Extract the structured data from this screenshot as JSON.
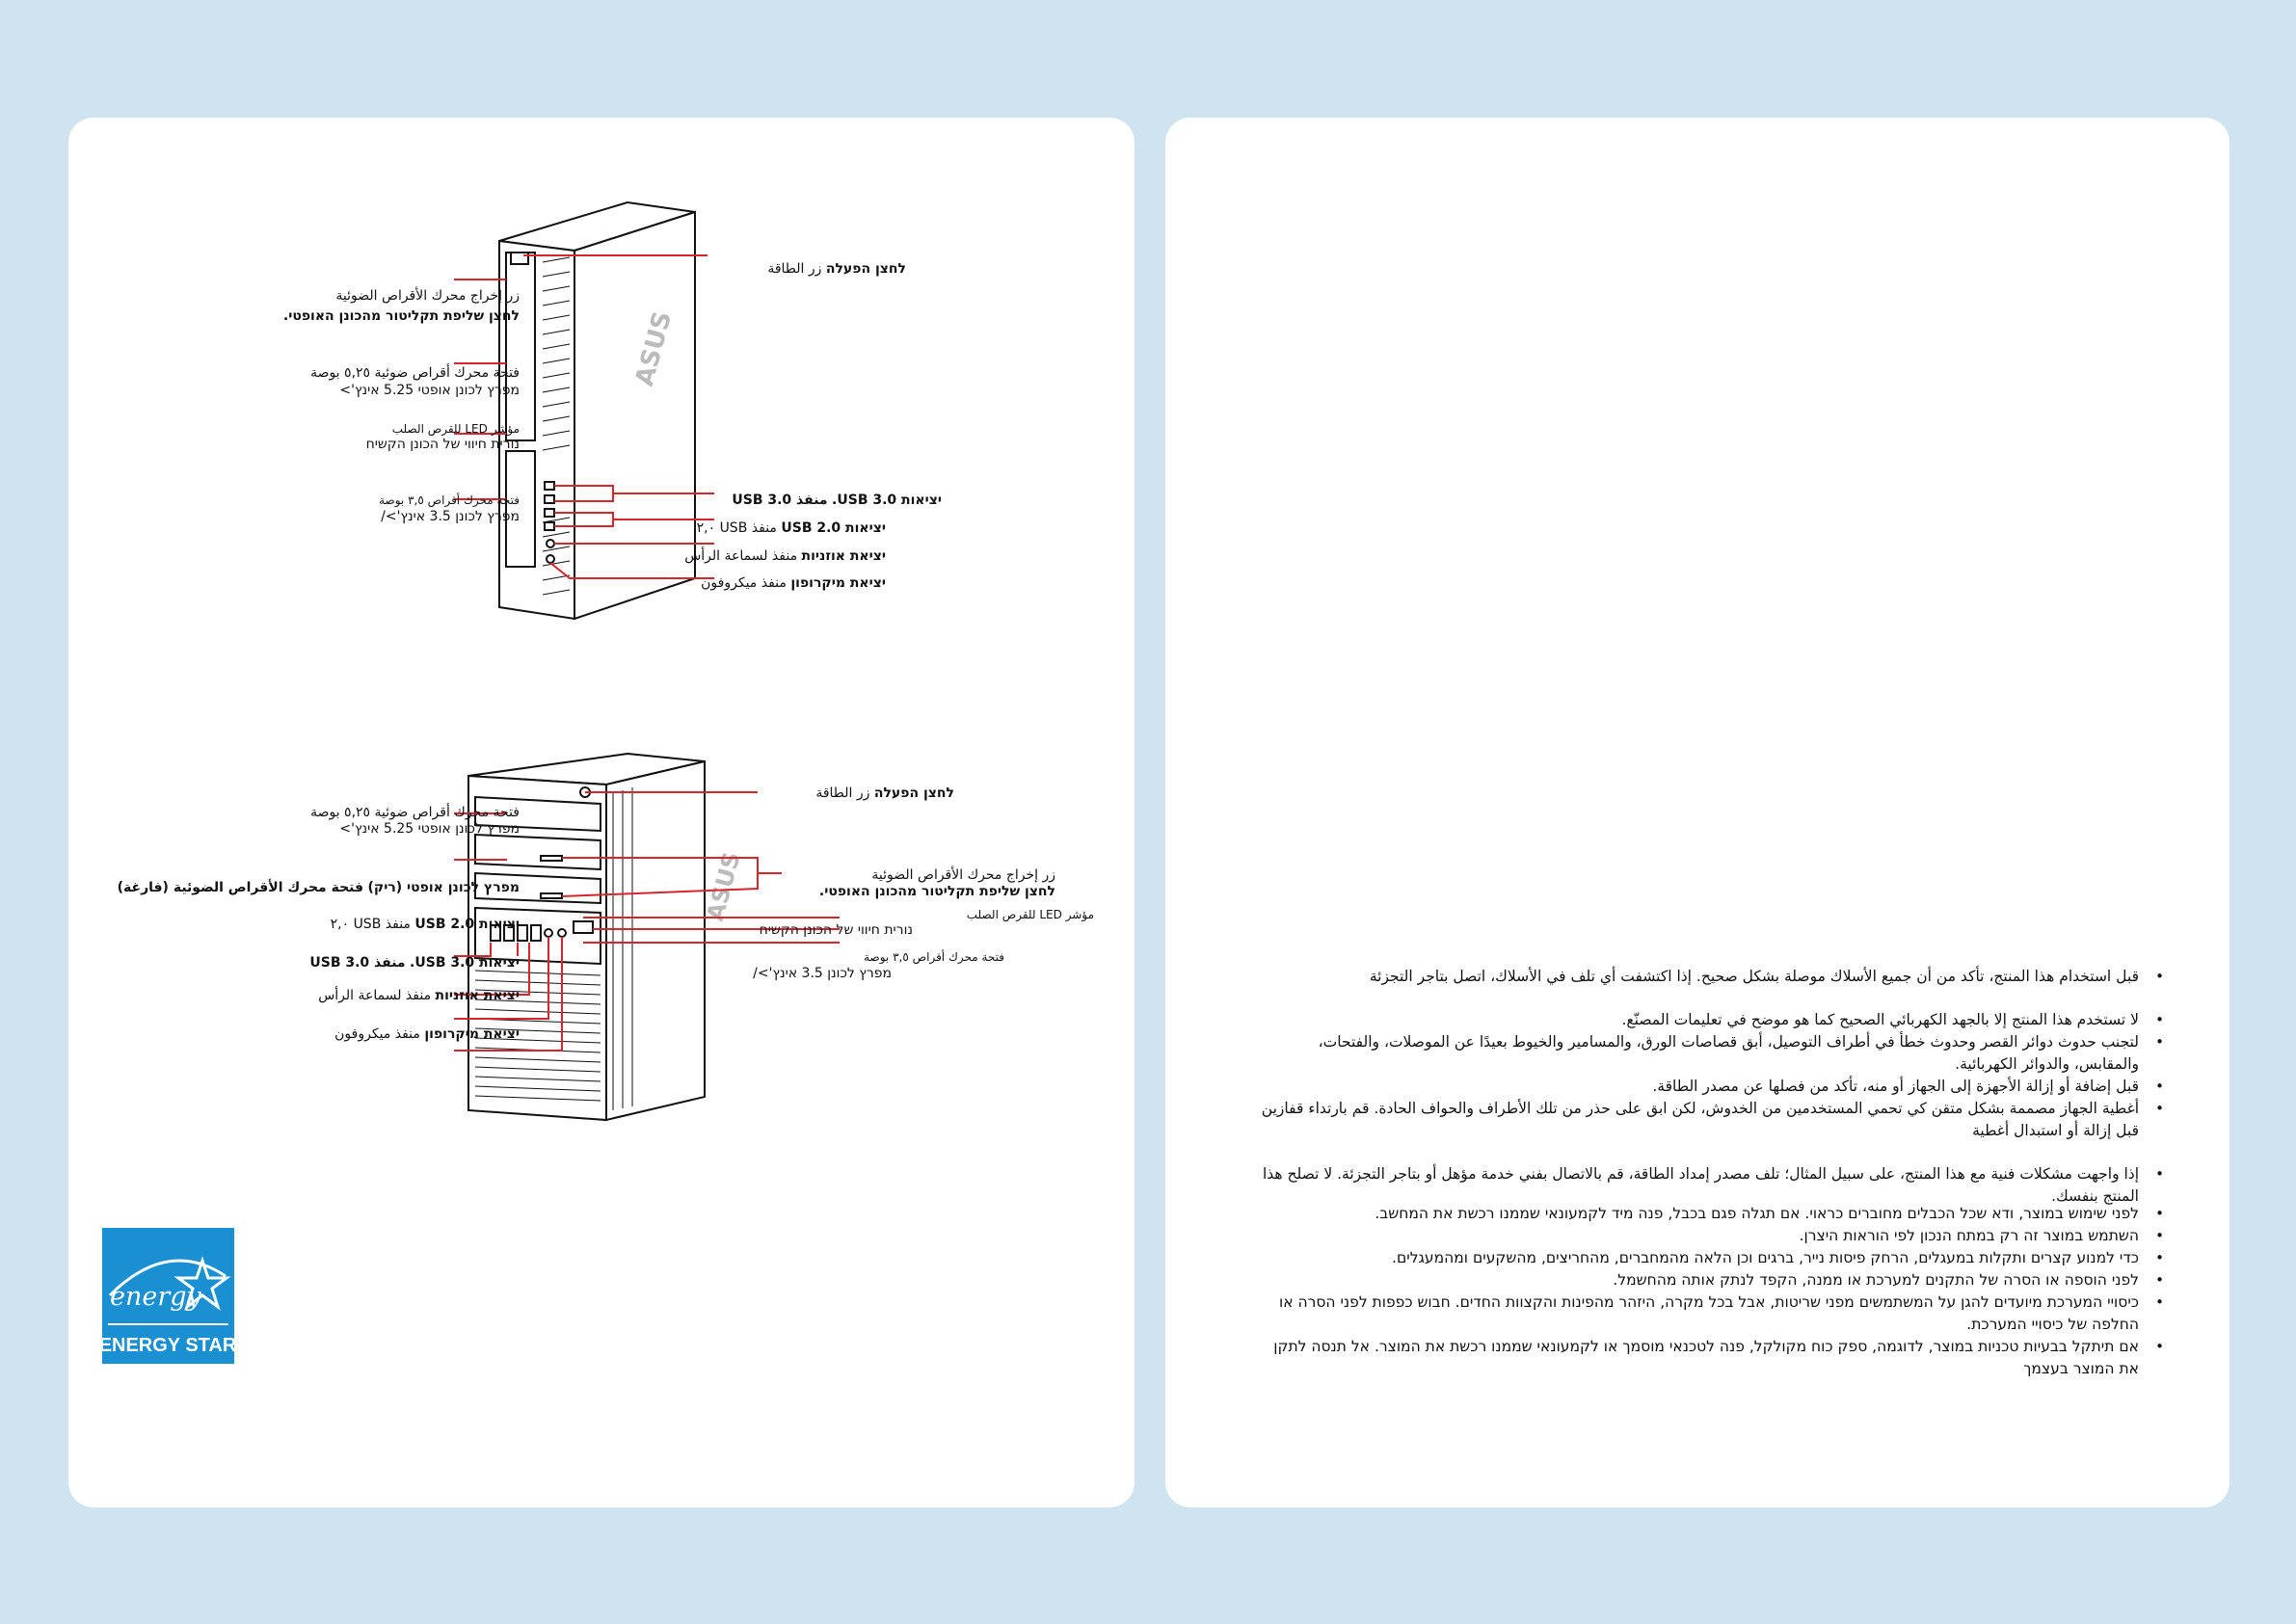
{
  "colors": {
    "background": "#cfe3f0",
    "panel": "#ffffff",
    "callout": "#d6262d",
    "energy_star": "#1a8fd1"
  },
  "diagram_top": {
    "power_ar": "زر الطاقة",
    "power_he": "לחצן הפעלה",
    "eject_ar": "زر إخراج محرك الأقراص الضوئية",
    "eject_he": "לחצן שליפת תקליטור מהכונן האופטי.",
    "bay525_ar": "فتحة محرك أقراص ضوئية ٥,٢٥ بوصة",
    "bay525_he": "מפרץ לכונן אופטי 5.25 אינץ'>",
    "hddled_ar": "مؤشر LED للقرص الصلب",
    "hddled_he": "נורית חיווי של הכונן הקשיח",
    "bay35_ar": "فتحة محرك أقراص ٣,٥ بوصة",
    "bay35_he": "מפרץ לכונן 3.5 אינץ'>/",
    "usb30_he": "יציאות USB 3.0.",
    "usb30_ar": "منفذ USB 3.0",
    "usb20_he": "יציאות USB 2.0",
    "usb20_ar": "منفذ USB ٢,٠",
    "headphone_he": "יציאת אוזניות",
    "headphone_ar": "منفذ لسماعة الرأس",
    "mic_he": "יציאת מיקרופון",
    "mic_ar": "منفذ ميكروفون"
  },
  "diagram_bottom": {
    "power_ar": "زر الطاقة",
    "power_he": "לחצן הפעלה",
    "bay525_ar": "فتحة محرك أقراص ضوئية ٥,٢٥ بوصة",
    "bay525_he": "מפרץ לכונן אופטי 5.25 אינץ'>",
    "empty_bay_he": "מפרץ לכונן אופטי (ריק)",
    "empty_bay_ar": "فتحة محرك الأقراص الضوئية (فارغة)",
    "usb20_he": "יציאות USB 2.0",
    "usb20_ar": "منفذ USB ٢,٠",
    "usb30_he": "יציאות USB 3.0.",
    "usb30_ar": "منفذ USB 3.0",
    "headphone_he": "יציאת אוזניות",
    "headphone_ar": "منفذ لسماعة الرأس",
    "mic_he": "יציאת מיקרופון",
    "mic_ar": "منفذ ميكروفون",
    "eject_ar": "زر إخراج محرك الأقراص الضوئية",
    "eject_he": "לחצן שליפת תקליטור מהכונן האופטי.",
    "hddled_ar": "مؤشر LED للقرص الصلب",
    "hddled_he": "נורית חיווי של הכונן הקשיח",
    "bay35_ar": "فتحة محرك أقراص ٣,٥ بوصة",
    "bay35_he": "מפרץ לכונן 3.5 אינץ'>/"
  },
  "energy_star": {
    "label": "ENERGY STAR",
    "script": "energy"
  },
  "brand_logo": "ASUS",
  "arabic_notes": [
    "قبل استخدام هذا المنتج، تأكد من أن جميع الأسلاك موصلة بشكل صحيح. إذا اكتشفت أي تلف في الأسلاك، اتصل بتاجر التجزئة",
    "لا تستخدم هذا المنتج إلا بالجهد الكهربائي الصحيح كما هو موضح في تعليمات المصنّع.",
    "لتجنب حدوث دوائر القصر وحدوث خطأ في أطراف التوصيل، أبق قصاصات الورق، والمسامير والخيوط بعيدًا عن الموصلات، والفتحات، والمقابس، والدوائر الكهربائية.",
    "قبل إضافة أو إزالة الأجهزة إلى الجهاز أو منه، تأكد من فصلها عن مصدر الطاقة.",
    "أغطية الجهاز مصممة بشكل متقن كي تحمي المستخدمين من الخدوش، لكن ابق على حذر من تلك الأطراف والحواف الحادة. قم بارتداء قفازين قبل إزالة أو استبدال أغطية",
    "إذا واجهت مشكلات فنية مع هذا المنتج، على سبيل المثال؛ تلف مصدر إمداد الطاقة، قم بالاتصال بفني خدمة مؤهل أو بتاجر التجزئة. لا تصلح هذا المنتج بنفسك."
  ],
  "hebrew_notes": [
    "לפני שימוש במוצר, ודא שכל הכבלים מחוברים כראוי. אם תגלה פגם בכבל, פנה מיד לקמעונאי שממנו רכשת את המחשב.",
    "השתמש במוצר זה רק במתח הנכון לפי הוראות היצרן.",
    "כדי למנוע קצרים ותקלות במעגלים, הרחק פיסות נייר, ברגים וכן הלאה מהמחברים, מהחריצים, מהשקעים ומהמעגלים.",
    "לפני הוספה או הסרה של התקנים למערכת או ממנה, הקפד לנתק אותה מהחשמל.",
    "כיסויי המערכת מיועדים להגן על המשתמשים מפני שריטות, אבל בכל מקרה, היזהר מהפינות והקצוות החדים. חבוש כפפות לפני הסרה או החלפה של כיסויי המערכת.",
    "אם תיתקל בבעיות טכניות במוצר, לדוגמה, ספק כוח מקולקל, פנה לטכנאי מוסמך או לקמעונאי שממנו רכשת את המוצר. אל תנסה לתקן את המוצר בעצמך"
  ]
}
